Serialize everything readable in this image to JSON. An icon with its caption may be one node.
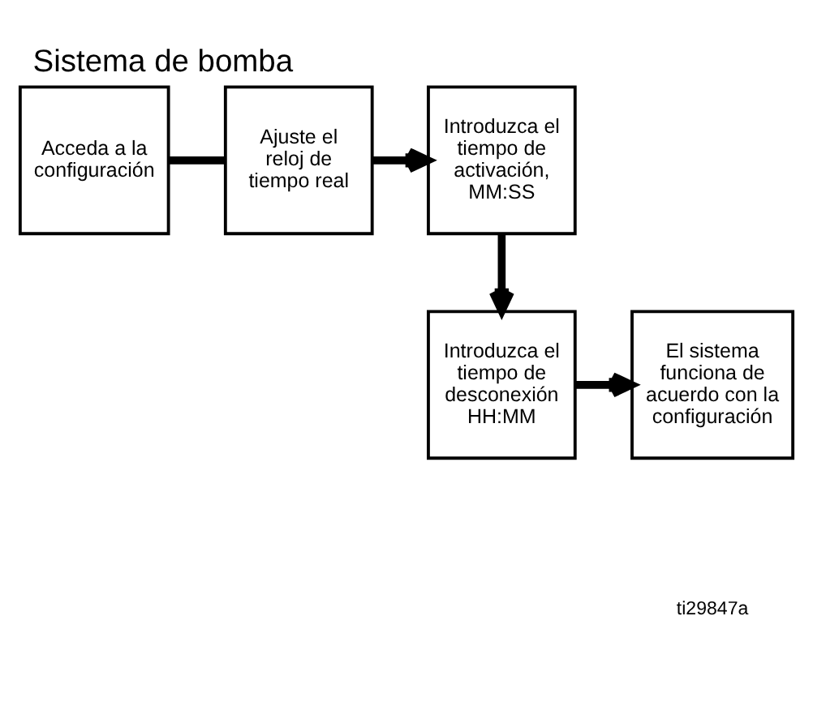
{
  "diagram": {
    "title": "Sistema de bomba",
    "nodes": [
      {
        "text": [
          "Acceda a la configuración"
        ]
      },
      {
        "text": [
          "Ajuste el reloj de tiempo real"
        ]
      },
      {
        "text": [
          "Introduzca el tiempo de activación, MM:SS"
        ]
      },
      {
        "text": [
          "Introduzca el tiempo de desconexión HH:MM"
        ]
      },
      {
        "text": [
          "El sistema funciona de acuerdo con la configuración"
        ]
      }
    ],
    "edges": [
      {
        "from": 0,
        "to": 1,
        "arrow": "none"
      },
      {
        "from": 1,
        "to": 2,
        "arrow": "to"
      },
      {
        "from": 2,
        "to": 3,
        "arrow": "to"
      },
      {
        "from": 3,
        "to": 4,
        "arrow": "to"
      }
    ],
    "labels": [
      "ti29847a"
    ]
  }
}
